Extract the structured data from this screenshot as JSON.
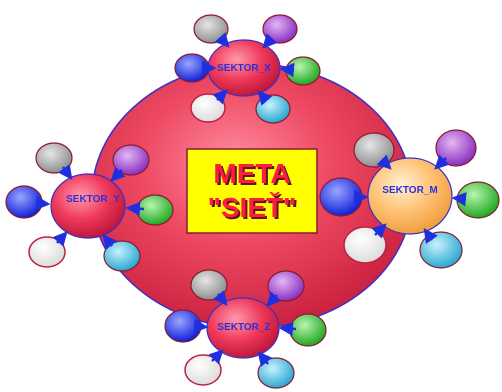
{
  "center": {
    "line1": "META",
    "line2": "\"SIEŤ\""
  },
  "sectors": [
    {
      "id": "x",
      "label": "SEKTOR_X"
    },
    {
      "id": "y",
      "label": "SEKTOR_Y"
    },
    {
      "id": "m",
      "label": "SEKTOR_M"
    },
    {
      "id": "z",
      "label": "SEKTOR_Z"
    }
  ],
  "colors": {
    "main": "#e8405a",
    "sector_pink": "#f23b5e",
    "sector_orange": "#ffc070",
    "label_box": "#ffff00",
    "label_text": "#ff1a44",
    "sector_text": "#2f2fd6",
    "node_gray": "#9c9c9c",
    "node_purple": "#9a3fc8",
    "node_green": "#2fc02f",
    "node_cyan": "#33b8d8",
    "node_blue": "#1f2fe0",
    "node_white": "#f4f4f4",
    "arrow": "#1f2fe0"
  }
}
